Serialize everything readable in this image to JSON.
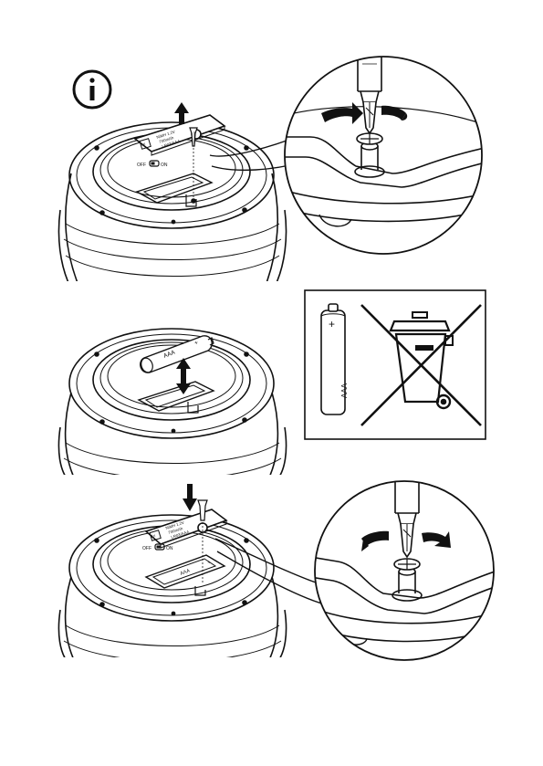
{
  "page": {
    "info_icon": "info-circle-icon",
    "step1": {
      "cover_labels": [
        "1x",
        "NiMH 1.2V",
        "700mAh",
        "LR03/AAA"
      ],
      "switch_off": "OFF",
      "switch_on": "ON",
      "unscrew_direction": "counter-clockwise",
      "remove_arrow": "up-arrow-icon"
    },
    "step2": {
      "battery_label": "AAA",
      "battery_plus": "+",
      "insert_arrow": "double-arrow-icon",
      "recycling_panel": {
        "battery_label": "AAA",
        "battery_plus": "+",
        "symbol": "crossed-out-wheelie-bin-icon"
      }
    },
    "step3": {
      "cover_labels": [
        "1x",
        "NiMH 1.2V",
        "700mAh",
        "LR03/AAA"
      ],
      "switch_off": "OFF",
      "switch_on": "ON",
      "battery_label": "AAA",
      "battery_plus": "+",
      "screw_direction": "clockwise",
      "insert_arrow": "down-arrow-icon"
    }
  }
}
